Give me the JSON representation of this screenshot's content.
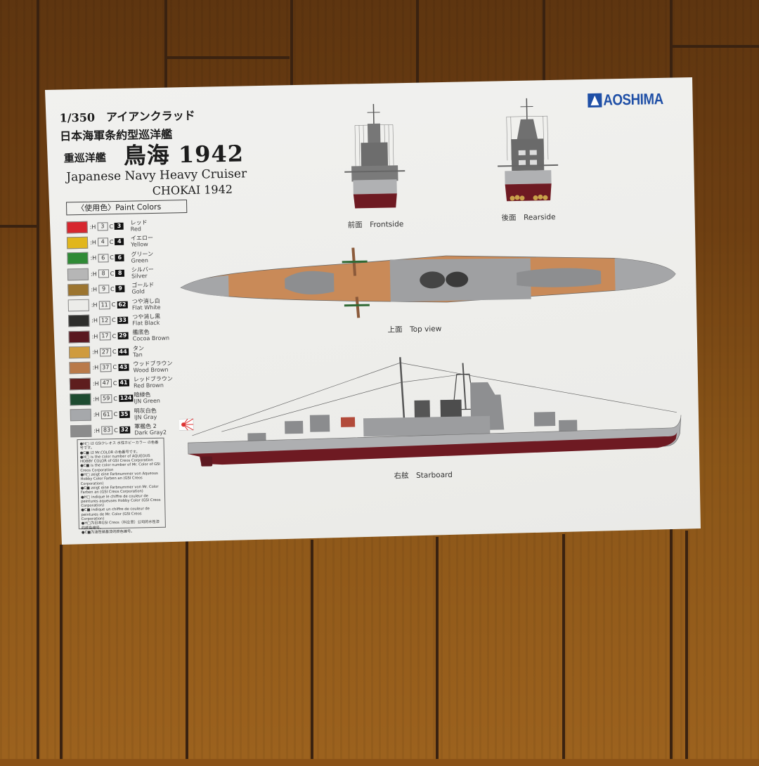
{
  "scene": {
    "description": "Photo of a printed model-kit paint guide sheet lying on a wooden plank floor",
    "colors": {
      "floor": "#8a5216",
      "floor_seam": "#3a2210",
      "paper": "#eeeeeb",
      "hull_red": "#6e1a22",
      "hull_gray": "#a8a9ab",
      "deck_wood": "#c98a58",
      "brand_blue": "#1f4fa6"
    }
  },
  "sheet": {
    "scale_line": "1/350　アイアンクラッド",
    "subtitle_jp": "日本海軍条約型巡洋艦",
    "type_jp": "重巡洋艦",
    "title_jp": "鳥海 1942",
    "title_en": "Japanese Navy Heavy Cruiser",
    "ship_en": "CHOKAI 1942",
    "brand": "AOSHIMA",
    "paint_colors_heading": "〈使用色〉Paint Colors",
    "paints": [
      {
        "h": "3",
        "c": "3",
        "jp": "レッド",
        "en": "Red",
        "swatch": "#d7262e"
      },
      {
        "h": "4",
        "c": "4",
        "jp": "イエロー",
        "en": "Yellow",
        "swatch": "#e1b61c"
      },
      {
        "h": "6",
        "c": "6",
        "jp": "グリーン",
        "en": "Green",
        "swatch": "#2f8a35"
      },
      {
        "h": "8",
        "c": "8",
        "jp": "シルバー",
        "en": "Silver",
        "swatch": "#b6b6b6"
      },
      {
        "h": "9",
        "c": "9",
        "jp": "ゴールド",
        "en": "Gold",
        "swatch": "#9c7530"
      },
      {
        "h": "11",
        "c": "62",
        "jp": "つや消し白",
        "en": "Flat White",
        "swatch": "#ecece9"
      },
      {
        "h": "12",
        "c": "33",
        "jp": "つや消し黒",
        "en": "Flat Black",
        "swatch": "#2e2e2c"
      },
      {
        "h": "17",
        "c": "29",
        "jp": "艦底色",
        "en": "Cocoa Brown",
        "swatch": "#5a1820"
      },
      {
        "h": "27",
        "c": "44",
        "jp": "タン",
        "en": "Tan",
        "swatch": "#cf9b3e"
      },
      {
        "h": "37",
        "c": "43",
        "jp": "ウッドブラウン",
        "en": "Wood Brown",
        "swatch": "#b97a4a"
      },
      {
        "h": "47",
        "c": "41",
        "jp": "レッドブラウン",
        "en": "Red Brown",
        "swatch": "#5e1e1e"
      },
      {
        "h": "59",
        "c": "124",
        "jp": "暗緑色",
        "en": "IJN Green",
        "swatch": "#1d4b30"
      },
      {
        "h": "61",
        "c": "35",
        "jp": "明灰白色",
        "en": "IJN Gray",
        "swatch": "#a6a8ab"
      },
      {
        "h": "83",
        "c": "32",
        "jp": "軍艦色 2",
        "en": "Dark Gray2",
        "swatch": "#8c8c8c"
      }
    ],
    "notes": [
      "●H□ は GSIクレオス 水性ホビーカラー の色番号です。",
      "●C■ は Mr.COLOR の色番号です。",
      "●H□ is the color number of AQUEOUS HOBBY COLOR of GSI Creos Corporation",
      "●C■ is the color number of Mr. Color of GSI Creos Corporation",
      "●H□ zeigt eine Farbnummer von Aqueous Hobby Color Farben an (GSI Creos Corporation)",
      "●C■ zeigt eine Farbnummer von Mr. Color Farben an (GSI Creos Corporation)",
      "●H□ indique le chiffre de couleur de peintures aqueuses Hobby Color (GSI Creos Corporation)",
      "●C■ indique un chiffre de couleur de peintures de Mr. Color (GSI Creos Corporation)",
      "●H□为日本GSI Creos（科立思）公司的水性漆的颜色编号。",
      "●C■为油性硝基漆的颜色编号。"
    ],
    "views": {
      "front": "前面　Frontside",
      "rear": "後面　Rearside",
      "top": "上面　Top view",
      "starboard": "右舷　Starboard"
    }
  }
}
